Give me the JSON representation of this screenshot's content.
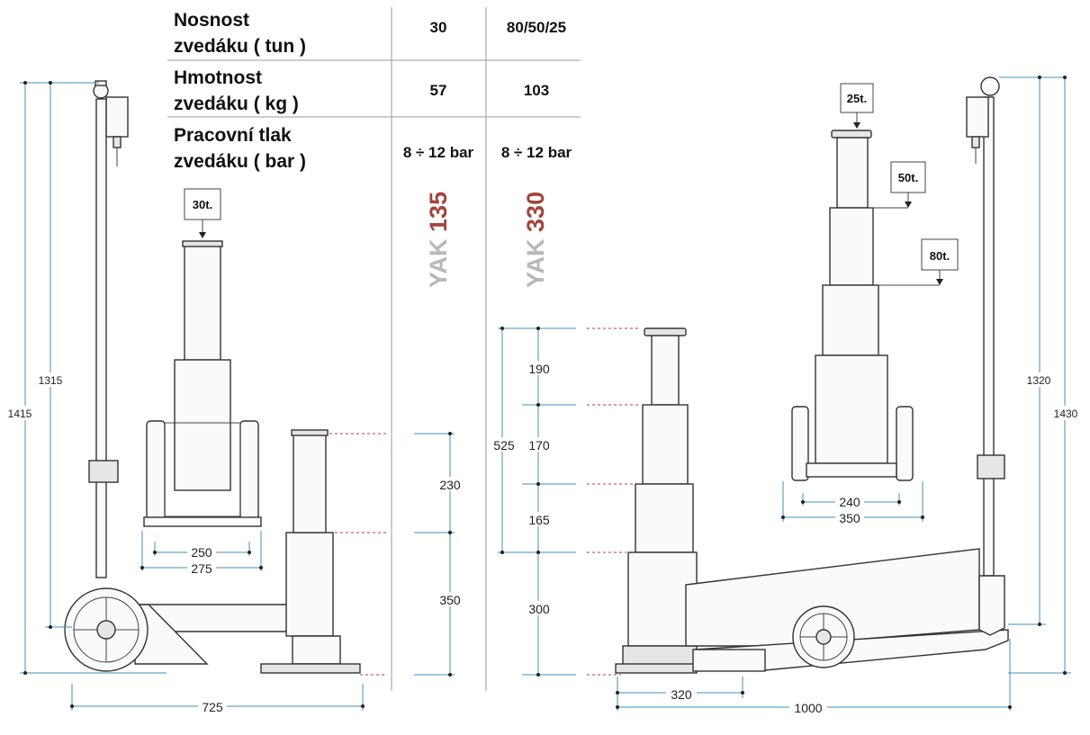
{
  "table": {
    "rows": [
      {
        "label_line1": "Nosnost",
        "label_line2": "zvedáku ( tun )",
        "yak135": "30",
        "yak330": "80/50/25"
      },
      {
        "label_line1": "Hmotnost",
        "label_line2": "zvedáku ( kg )",
        "yak135": "57",
        "yak330": "103"
      },
      {
        "label_line1": "Pracovní tlak",
        "label_line2": "zvedáku ( bar )",
        "yak135": "8 ÷ 12 bar",
        "yak330": "8 ÷ 12 bar"
      }
    ]
  },
  "models": [
    {
      "prefix": "YAK ",
      "number": "135"
    },
    {
      "prefix": "YAK ",
      "number": "330"
    }
  ],
  "colors": {
    "model_prefix": "#b8b8b8",
    "model_number": "#a2453d",
    "dimension_line": "#3f8fb8",
    "reference_line": "#c0392b"
  },
  "yak135": {
    "load_label": "30t.",
    "dims": {
      "total_height": "1415",
      "handle_height": "1315",
      "width": "725",
      "wheel_outer": "275",
      "wheel_inner": "250",
      "ram_extension": "230",
      "base_height": "350"
    }
  },
  "yak330": {
    "load_labels": {
      "stage1": "25t.",
      "stage2": "50t.",
      "stage3": "80t."
    },
    "dims": {
      "stroke_total": "525",
      "stage1": "190",
      "stage2": "170",
      "stage3": "165",
      "base_height": "300",
      "handle_height": "1320",
      "total_height": "1430",
      "wheel_inner": "240",
      "wheel_outer": "350",
      "base_width": "320",
      "length": "1000"
    }
  }
}
